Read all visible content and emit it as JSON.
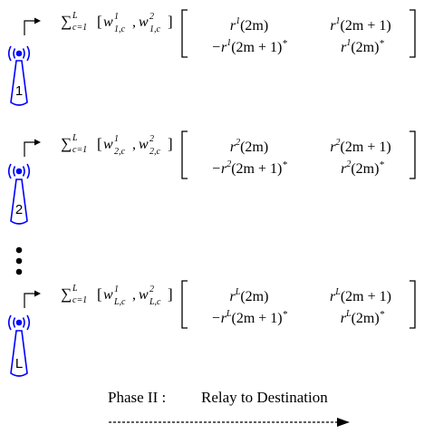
{
  "relays": [
    {
      "id_label": "1",
      "sum": {
        "sym": "∑",
        "sub": "c=1",
        "sup": "L",
        "open": "[",
        "w": "w",
        "wsub1": "1,c",
        "wsup1": "1",
        "comma": ",",
        "wsub2": "1,c",
        "wsup2": "2",
        "close": "]"
      },
      "matrix": {
        "a11": {
          "r": "r",
          "sup": "1",
          "arg": "(2m)",
          "conj": ""
        },
        "a12": {
          "r": "r",
          "sup": "1",
          "arg": "(2m + 1)",
          "conj": ""
        },
        "a21": {
          "r": "−r",
          "sup": "1",
          "arg": "(2m + 1)",
          "conj": "*"
        },
        "a22": {
          "r": "r",
          "sup": "1",
          "arg": "(2m)",
          "conj": "*"
        }
      }
    },
    {
      "id_label": "2",
      "sum": {
        "sym": "∑",
        "sub": "c=1",
        "sup": "L",
        "open": "[",
        "w": "w",
        "wsub1": "2,c",
        "wsup1": "1",
        "comma": ",",
        "wsub2": "2,c",
        "wsup2": "2",
        "close": "]"
      },
      "matrix": {
        "a11": {
          "r": "r",
          "sup": "2",
          "arg": "(2m)",
          "conj": ""
        },
        "a12": {
          "r": "r",
          "sup": "2",
          "arg": "(2m + 1)",
          "conj": ""
        },
        "a21": {
          "r": "−r",
          "sup": "2",
          "arg": "(2m + 1)",
          "conj": "*"
        },
        "a22": {
          "r": "r",
          "sup": "2",
          "arg": "(2m)",
          "conj": "*"
        }
      }
    },
    {
      "id_label": "L",
      "sum": {
        "sym": "∑",
        "sub": "c=1",
        "sup": "L",
        "open": "[",
        "w": "w",
        "wsub1": "L,c",
        "wsup1": "1",
        "comma": ",",
        "wsub2": "L,c",
        "wsup2": "2",
        "close": "]"
      },
      "matrix": {
        "a11": {
          "r": "r",
          "sup": "L",
          "arg": "(2m)",
          "conj": ""
        },
        "a12": {
          "r": "r",
          "sup": "L",
          "arg": "(2m + 1)",
          "conj": ""
        },
        "a21": {
          "r": "−r",
          "sup": "L",
          "arg": "(2m + 1)",
          "conj": "*"
        },
        "a22": {
          "r": "r",
          "sup": "L",
          "arg": "(2m)",
          "conj": "*"
        }
      }
    }
  ],
  "phase": {
    "label": "Phase II :",
    "description": "Relay to Destination"
  },
  "colors": {
    "antenna": "#0000ff",
    "text": "#000000"
  }
}
